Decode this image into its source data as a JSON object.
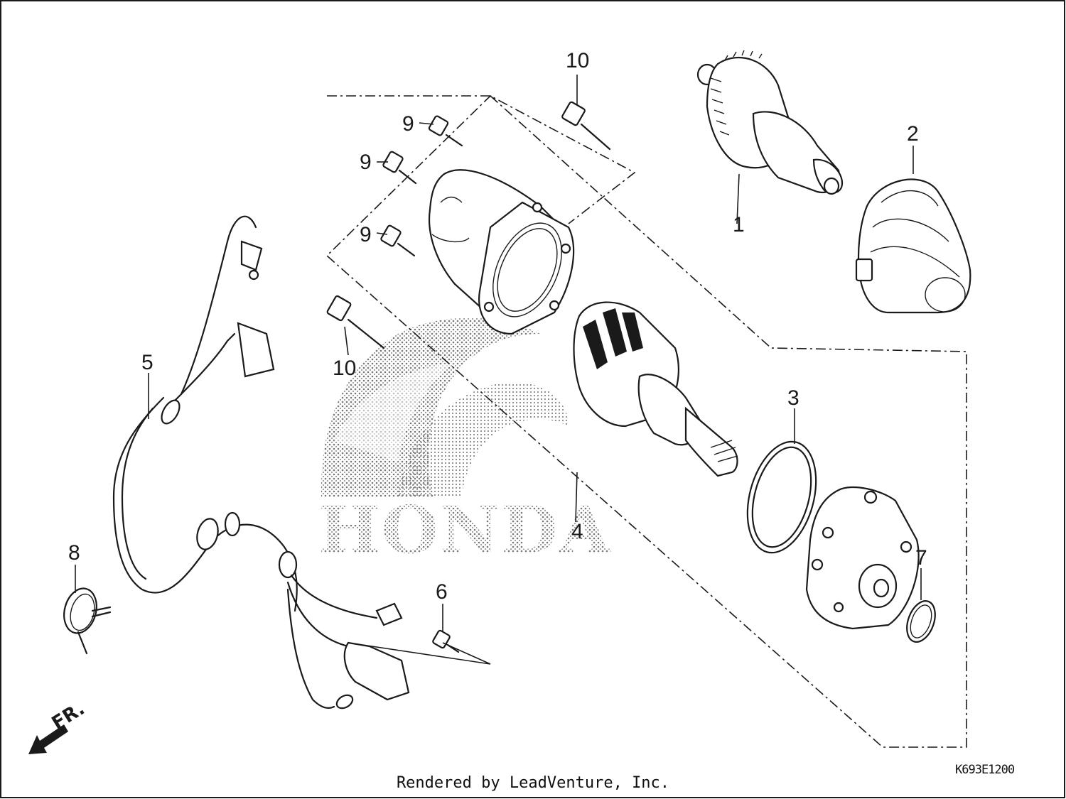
{
  "diagram": {
    "callouts": [
      "1",
      "2",
      "3",
      "4",
      "5",
      "6",
      "7",
      "8",
      "9",
      "9",
      "9",
      "10",
      "10"
    ],
    "logo_text": "HONDA",
    "direction_marker": "FR.",
    "drawing_code": "K693E1200"
  },
  "footer": {
    "credit": "Rendered by LeadVenture, Inc."
  }
}
